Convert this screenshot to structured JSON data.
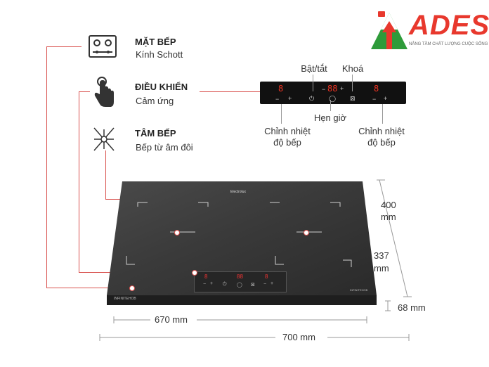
{
  "brand": {
    "name": "ADES",
    "tagline": "NÂNG TẦM CHẤT LƯỢNG CUỘC SỐNG",
    "color": "#e8382d",
    "accent": "#2e9b3a"
  },
  "features": [
    {
      "title": "MẶT BẾP",
      "subtitle": "Kính Schott",
      "icon": "hob-surface-icon"
    },
    {
      "title": "ĐIỀU KHIỂN",
      "subtitle": "Cảm ứng",
      "icon": "touch-hand-icon"
    },
    {
      "title": "TÂM BẾP",
      "subtitle": "Bếp từ âm đôi",
      "icon": "cooking-zone-icon"
    }
  ],
  "panel_labels": {
    "power": "Bật/tắt",
    "lock": "Khoá",
    "timer": "Hẹn giờ",
    "heat_left": [
      "Chỉnh nhiệt",
      "độ bếp"
    ],
    "heat_right": [
      "Chỉnh nhiệt",
      "độ bếp"
    ]
  },
  "panel_display": {
    "left_digit": "8",
    "center_digits": "88",
    "right_digit": "8",
    "minus": "−",
    "plus": "+"
  },
  "dimensions": {
    "depth_total": [
      "400",
      "mm"
    ],
    "depth_inner": [
      "337",
      "mm"
    ],
    "height": "68 mm",
    "width_inner": "670 mm",
    "width_total": "700 mm"
  },
  "cooktop_text": {
    "brand": "Electrolux",
    "model_left": "INFINITEHOB",
    "model_right": "INFINITEHOB"
  },
  "colors": {
    "red": "#d9534f",
    "glass": "#3a3a3a",
    "panel": "#111111",
    "display": "#e32222"
  }
}
